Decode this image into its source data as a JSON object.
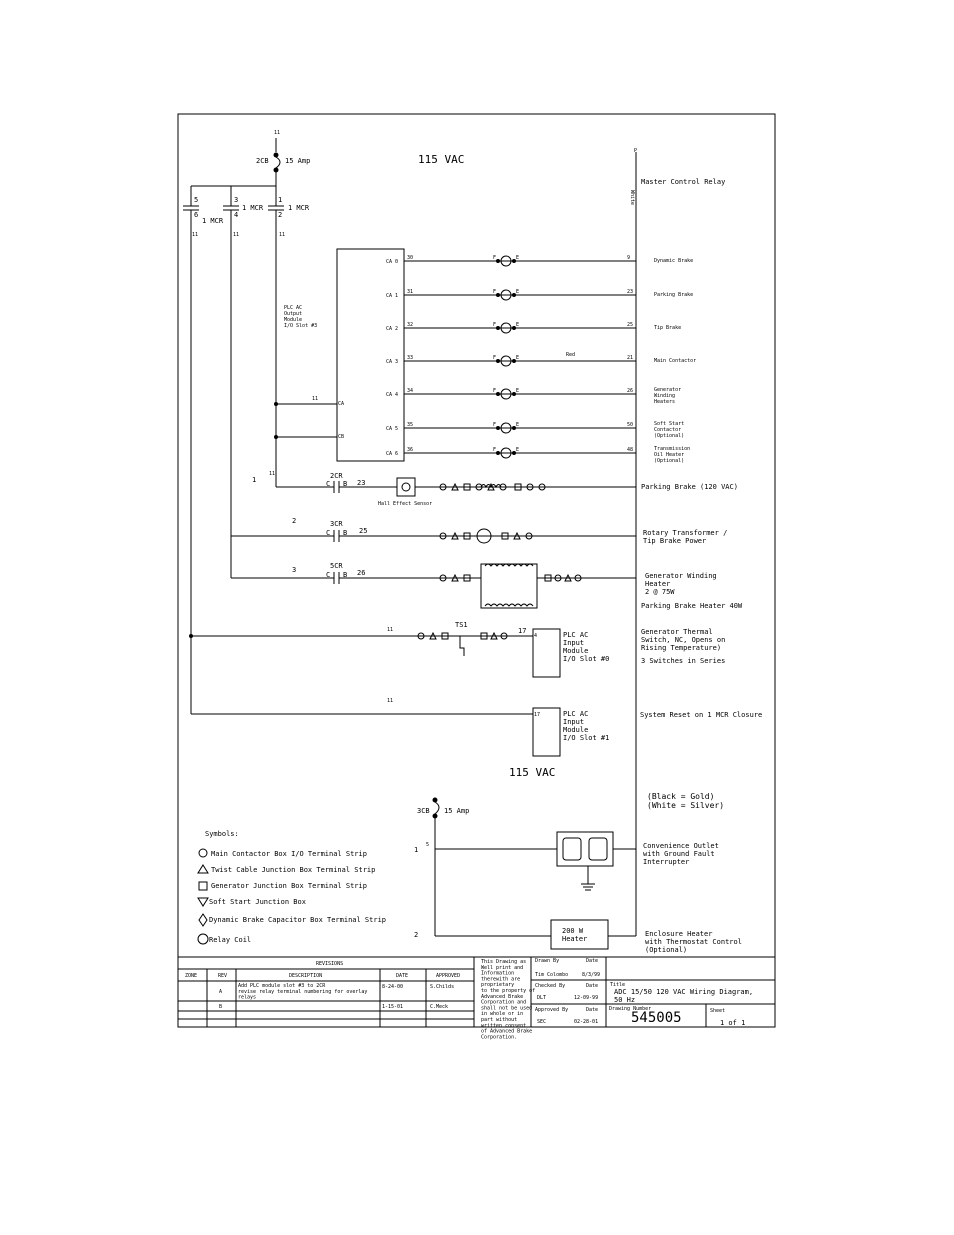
{
  "supply": {
    "label_top": "115  VAC",
    "label_bottom": "115  VAC",
    "wire_top": "11",
    "cb2": "2CB",
    "cb2_amp": "15 Amp",
    "cb3": "3CB",
    "cb3_amp": "15 Amp",
    "neutral": "P",
    "neutral_color": "White",
    "master_relay": "Master Control Relay"
  },
  "mcr": {
    "c5": "5",
    "c6": "6",
    "c3": "3",
    "c4": "4",
    "c1": "1",
    "c2": "2",
    "mcr_a": "1 MCR",
    "mcr_b": "1 MCR",
    "mcr_c": "1 MCR",
    "w1": "11",
    "w2": "11",
    "w3": "11"
  },
  "plc_out": {
    "label": [
      "PLC AC",
      "Output",
      "Module",
      "I/O Slot #3"
    ],
    "rows": [
      {
        "ca": "CA 0",
        "wire": "30",
        "num": "9",
        "load": "Dynamic Brake"
      },
      {
        "ca": "CA 1",
        "wire": "31",
        "num": "23",
        "load": "Parking Brake"
      },
      {
        "ca": "CA 2",
        "wire": "32",
        "num": "25",
        "load": "Tip Brake"
      },
      {
        "ca": "CA 3",
        "wire": "33",
        "num": "21",
        "load": "Main Contactor"
      },
      {
        "ca": "CA 4",
        "wire": "34",
        "num": "26",
        "load": "Generator\nWinding\nHeaters"
      },
      {
        "ca": "CA 5",
        "wire": "35",
        "num": "50",
        "load": "Soft Start\nContactor\n(Optional)"
      },
      {
        "ca": "CA 6",
        "wire": "36",
        "num": "48",
        "load": "Transmission\nOil Heater\n(Optional)"
      }
    ],
    "fuse_f": "F",
    "fuse_e": "E",
    "red": "Red",
    "ca_label_a": "CA",
    "cb_label": "CB",
    "w11": "11"
  },
  "rungs": {
    "r1": {
      "num": "1",
      "wire": "11",
      "relay": "2CR",
      "c": "C",
      "b": "B",
      "out": "23",
      "sensor": "Hall Effect Sensor",
      "load": "Parking Brake (120 VAC)"
    },
    "r2": {
      "num": "2",
      "relay": "3CR",
      "c": "C",
      "b": "B",
      "out": "25",
      "load": "Rotary Transformer /\nTip Brake Power"
    },
    "r3": {
      "num": "3",
      "relay": "5CR",
      "c": "C",
      "b": "B",
      "out": "26",
      "load": "Generator Winding\nHeater\n2 @ 75W",
      "load2": "Parking Brake Heater 40W"
    },
    "r4": {
      "wire": "11",
      "ts": "TS1",
      "out": "17",
      "term": "4",
      "plc": [
        "PLC AC",
        "Input",
        "Module",
        "I/O Slot #0"
      ],
      "load": "Generator Thermal\nSwitch, NC, Opens on\nRising Temperature)",
      "load2": "3 Switches in Series"
    },
    "r5": {
      "wire": "11",
      "term": "17",
      "plc": [
        "PLC AC",
        "Input",
        "Module",
        "I/O Slot #1"
      ],
      "load": "System Reset on 1 MCR Closure"
    }
  },
  "outlet": {
    "note": "(Black = Gold)\n(White = Silver)",
    "num1": "1",
    "five": "5",
    "load": "Convenience Outlet\nwith Ground Fault\nInterrupter",
    "num2": "2",
    "heater": "200 W\nHeater",
    "load2": "Enclosure Heater\nwith Thermostat Control\n(Optional)"
  },
  "legend": {
    "title": "Symbols:",
    "items": [
      "Main Contactor Box I/O Terminal Strip",
      "Twist Cable Junction Box Terminal Strip",
      "Generator Junction Box Terminal Strip",
      "Soft Start Junction Box",
      "Dynamic Brake Capacitor Box Terminal Strip",
      "Relay Coil"
    ]
  },
  "title_block": {
    "revisions": "REVISIONS",
    "headers": [
      "ZONE",
      "REV",
      "DESCRIPTION",
      "DATE",
      "APPROVED"
    ],
    "rows": [
      {
        "zone": "",
        "rev": "A",
        "desc": "Add PLC module slot #3 to 2CR\nrevise relay terminal numbering for overlay\nrelays",
        "date": "8-24-00",
        "approved": "S.Childs"
      },
      {
        "zone": "",
        "rev": "B",
        "desc": "",
        "date": "1-15-01",
        "approved": "C.Meck"
      }
    ],
    "notice": "This Drawing as\nWell print and\nInformation\ntherewith are\nproprietary\nto the property of\nAdvanced Brake\nCorporation and\nshall not be used\nin whole or in\npart without\nwritten consent\nof Advanced Brake\nCorporation.",
    "drawn_by_label": "Drawn By",
    "drawn_date_label": "Date",
    "drawn_by": "Tim Colombo",
    "drawn_date": "8/3/99",
    "checked_label": "Checked By",
    "checked_date_label": "Date",
    "checked_by": "DLT",
    "checked_date": "12-09-99",
    "approved_label": "Approved By",
    "approved_date_label": "Date",
    "approved_by": "SEC",
    "approved_date": "02-28-01",
    "title_label": "Title",
    "title": "ADC 15/50 120 VAC Wiring Diagram,\n50  Hz",
    "dwg_label": "Drawing Number",
    "dwg": "545005",
    "sheet_label": "Sheet",
    "sheet": "1 of 1"
  }
}
